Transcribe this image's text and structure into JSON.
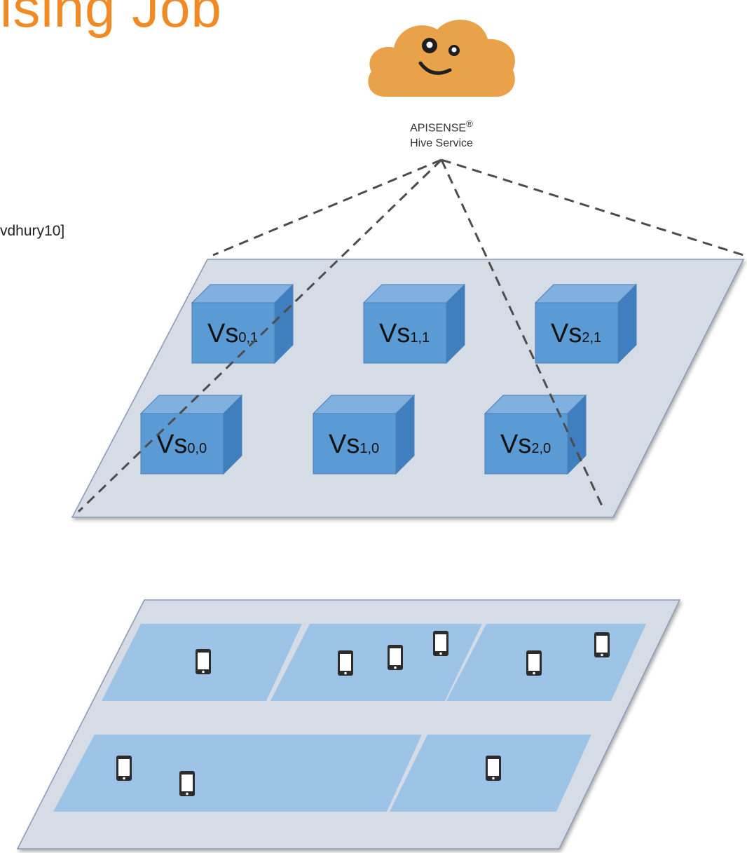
{
  "title": "ising Job",
  "citation": "vdhury10]",
  "service": {
    "name": "APISENSE",
    "registered_mark": "®",
    "subtitle": "Hive Service",
    "logo_color": "#eaa24a"
  },
  "virtual_sensors": [
    {
      "prefix": "Vs",
      "sub": "0,1"
    },
    {
      "prefix": "Vs",
      "sub": "1,1"
    },
    {
      "prefix": "Vs",
      "sub": "2,1"
    },
    {
      "prefix": "Vs",
      "sub": "0,0"
    },
    {
      "prefix": "Vs",
      "sub": "1,0"
    },
    {
      "prefix": "Vs",
      "sub": "2,0"
    }
  ],
  "colors": {
    "title": "#f08a24",
    "plane": "#d6dce6",
    "cube_front": "#5b9bd5",
    "region": "#9dc3e6"
  },
  "icons": [
    "cloud-logo-icon",
    "smartphone-icon"
  ]
}
